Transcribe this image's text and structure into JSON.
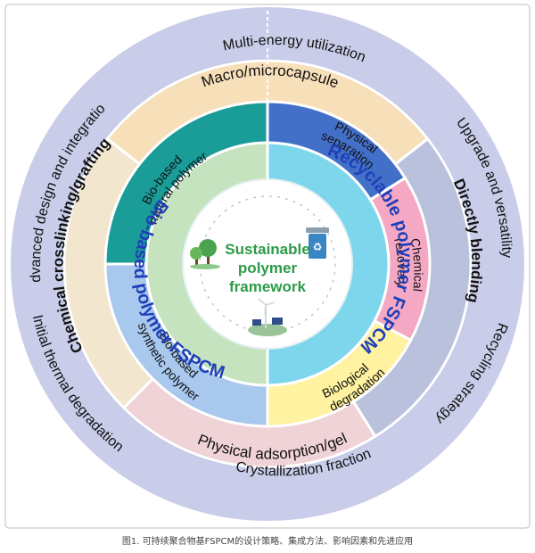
{
  "colors": {
    "frame": "#ffffff",
    "outer_ring": "#c9cde9",
    "outer_ring_dark": "#b3b9df",
    "macro": "#f7dfb9",
    "chem_crosslink": "#f3e6cf",
    "physical_adsorption": "#f0d3d7",
    "directly_blending": "#b9c1dc",
    "teal": "#1a9c98",
    "light_blue": "#a8c8ee",
    "physical_sep": "#4270c8",
    "chem_recovery": "#f4a8c3",
    "bio_degradation": "#fff2a0",
    "inner_green": "#c5e3bf",
    "inner_cyan": "#7ed6ec",
    "center": "#ffffff",
    "text_blue": "#1f3fb8",
    "text_green": "#2d9b47",
    "text_dark": "#111111"
  },
  "outer_ring": {
    "top": "Multi-energy utilization",
    "right_top": "Upgrade and versatility",
    "right_bottom": "Recycling strategy",
    "bottom": "Crystallization fraction",
    "left_bottom": "Initial thermal degradation",
    "left_top": "Advanced design and integration"
  },
  "methods_ring": {
    "macro": "Macro/microcapsule",
    "directly": "Directly blending",
    "adsorption": "Physical adsorption/gel",
    "crosslink": "Chemical crosslinking/grafting"
  },
  "categories": {
    "bio_natural_1": "Bio-based",
    "bio_natural_2": "natural polymer",
    "bio_synth_1": "Bio-based",
    "bio_synth_2": "synthetic polymer",
    "phys_sep_1": "Physical",
    "phys_sep_2": "separation",
    "chem_rec_1": "Chemical",
    "chem_rec_2": "recovery",
    "bio_deg_1": "Biological",
    "bio_deg_2": "degradation"
  },
  "inner_ring": {
    "bio_based": "Bio-based polymer FSPCM",
    "recyclable": "Recyclable polymer FSPCM"
  },
  "center": {
    "line1": "Sustainable",
    "line2": "polymer",
    "line3": "framework"
  },
  "caption": "图1. 可持续聚合物基FSPCM的设计策略、集成方法、影响因素和先进应用"
}
